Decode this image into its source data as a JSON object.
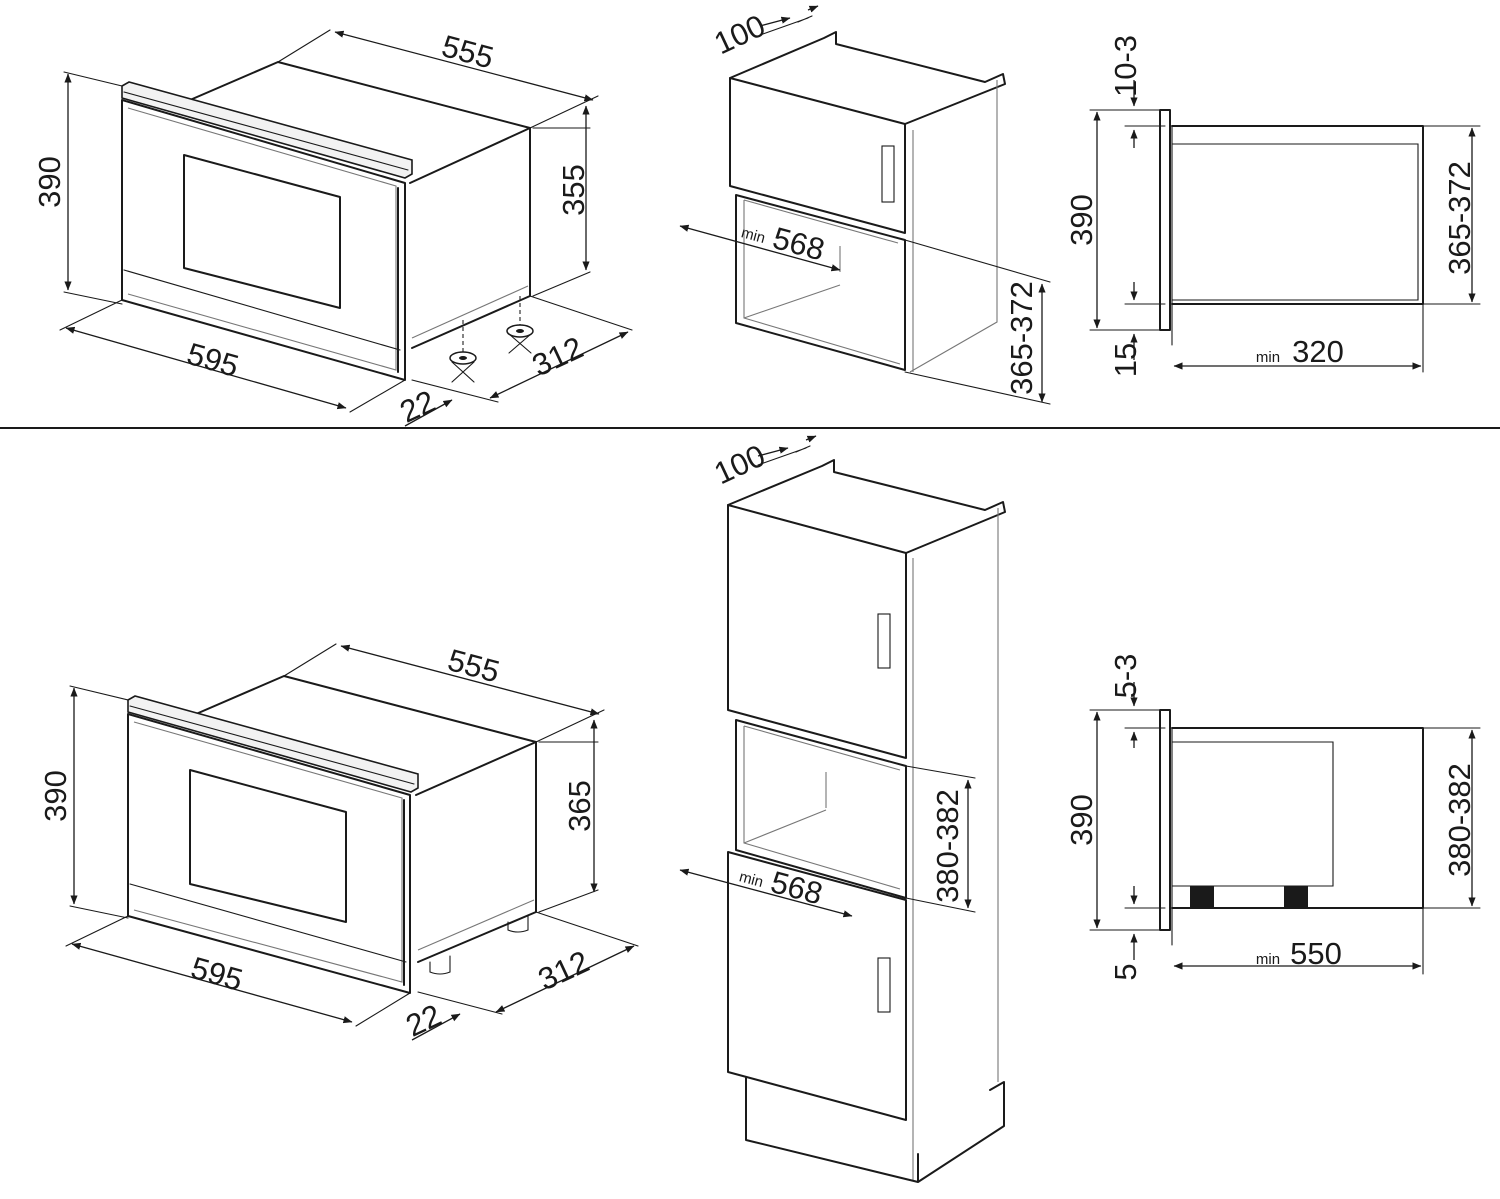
{
  "top_row": {
    "oven": {
      "width": "595",
      "depth": "555",
      "height": "390",
      "body_height": "355",
      "side_depth": "312",
      "front_offset": "22"
    },
    "cabinet": {
      "rear_gap": "100",
      "min_width_prefix": "min",
      "min_width": "568",
      "niche_height": "365-372"
    },
    "section": {
      "top_gap": "10-3",
      "height": "390",
      "niche_height": "365-372",
      "bottom_gap": "15",
      "min_depth_prefix": "min",
      "min_depth": "320"
    }
  },
  "bottom_row": {
    "oven": {
      "width": "595",
      "depth": "555",
      "height": "390",
      "body_height": "365",
      "side_depth": "312",
      "front_offset": "22"
    },
    "cabinet": {
      "rear_gap": "100",
      "min_width_prefix": "min",
      "min_width": "568",
      "niche_height": "380-382"
    },
    "section": {
      "top_gap": "5-3",
      "height": "390",
      "niche_height": "380-382",
      "bottom_gap": "5",
      "min_depth_prefix": "min",
      "min_depth": "550"
    }
  }
}
